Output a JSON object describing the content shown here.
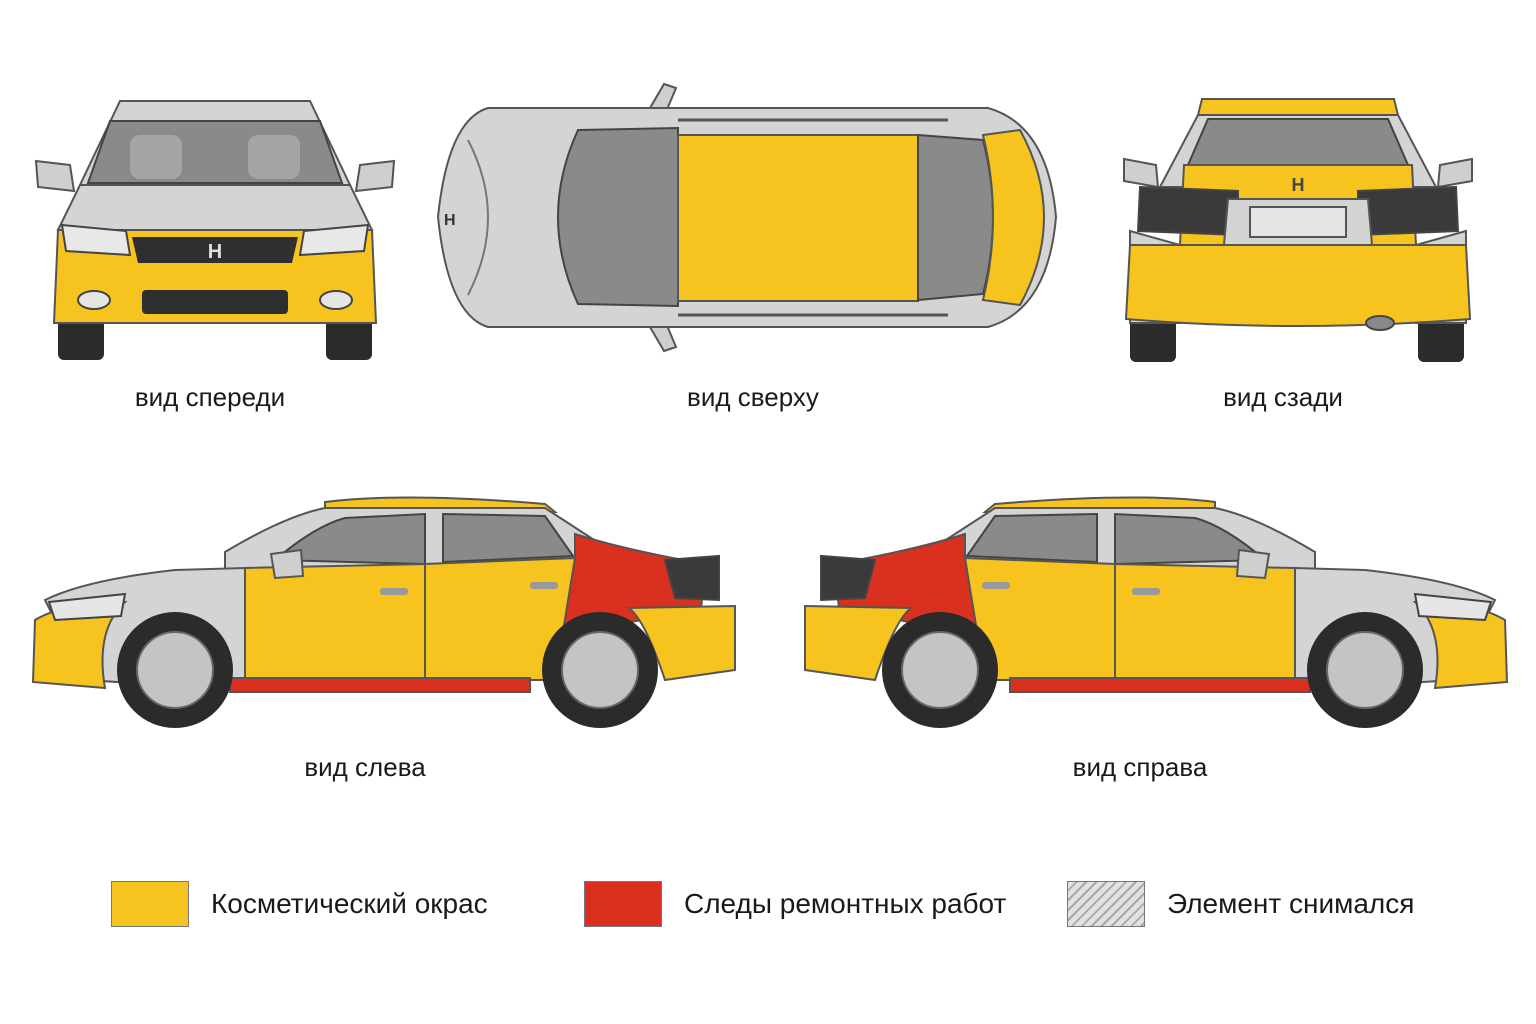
{
  "colors": {
    "cosmetic": "#f7c31e",
    "repair": "#d9301f",
    "body": "#d4d4d4",
    "glass": "#8a8a8a",
    "dark": "#2b2b2b",
    "outline": "#555555"
  },
  "views": {
    "front": {
      "label": "вид спереди"
    },
    "top": {
      "label": "вид сверху"
    },
    "rear": {
      "label": "вид сзади"
    },
    "left": {
      "label": "вид слева"
    },
    "right": {
      "label": "вид справа"
    }
  },
  "legend": [
    {
      "label": "Косметический окрас",
      "swatch": "cosmetic"
    },
    {
      "label": "Следы ремонтных работ",
      "swatch": "repair"
    },
    {
      "label": "Элемент снимался",
      "swatch": "removed-hatch"
    }
  ]
}
